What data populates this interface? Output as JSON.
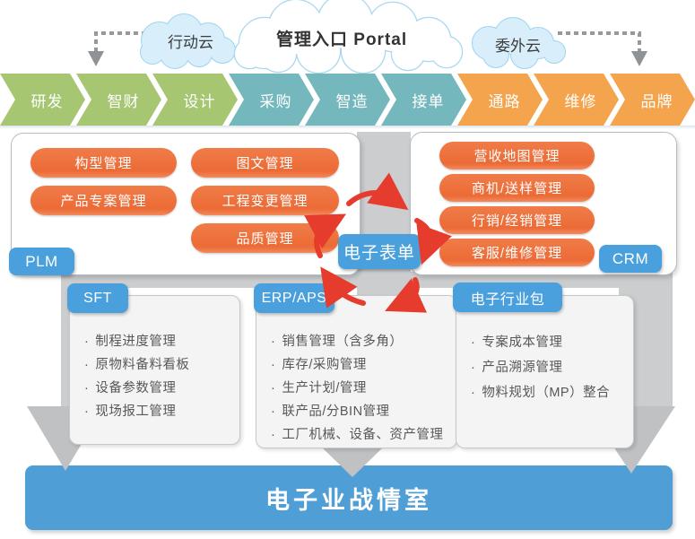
{
  "clouds": {
    "left": "行动云",
    "center": "管理入口 Portal",
    "right": "委外云"
  },
  "process_bar": {
    "segments": [
      {
        "label": "研发",
        "color": "#a7c672"
      },
      {
        "label": "智财",
        "color": "#a7c672"
      },
      {
        "label": "设计",
        "color": "#a7c672"
      },
      {
        "label": "采购",
        "color": "#74b8be"
      },
      {
        "label": "智造",
        "color": "#74b8be"
      },
      {
        "label": "接单",
        "color": "#74b8be"
      },
      {
        "label": "通路",
        "color": "#f3a44c"
      },
      {
        "label": "维修",
        "color": "#f3a44c"
      },
      {
        "label": "品牌",
        "color": "#f3a44c"
      }
    ]
  },
  "plm": {
    "tab": "PLM",
    "pills_left": [
      "构型管理",
      "产品专案管理"
    ],
    "pills_right": [
      "图文管理",
      "工程变更管理",
      "品质管理"
    ]
  },
  "crm": {
    "tab": "CRM",
    "pills": [
      "营收地图管理",
      "商机/送样管理",
      "行销/经销管理",
      "客服/维修管理"
    ]
  },
  "eform": {
    "label": "电子表单"
  },
  "cards": [
    {
      "tab": "SFT",
      "items": [
        "制程进度管理",
        "原物料备料看板",
        "设备参数管理",
        "现场报工管理"
      ]
    },
    {
      "tab": "ERP/APS",
      "items": [
        "销售管理（含多角）",
        "库存/采购管理",
        "生产计划/管理",
        "联产品/分BIN管理",
        "工厂机械、设备、资产管理"
      ]
    },
    {
      "tab": "电子行业包",
      "items": [
        "专案成本管理",
        "产品溯源管理",
        "物料规划（MP）整合"
      ]
    }
  ],
  "bottom_bar": {
    "label": "电子业战情室"
  },
  "colors": {
    "green": "#a7c672",
    "teal": "#74b8be",
    "orange": "#f3a44c",
    "pill_orange": "#ee7140",
    "label_blue": "#4aa0dc",
    "bar_blue": "#4f9ed6",
    "gray_arrow": "#cbcdce",
    "gray_arrow_head": "#bfc1c3",
    "red_arrow": "#e53c2e",
    "cloud_blue_fill": "#d9eefb",
    "cloud_stroke": "#9fd4ef",
    "dash_gray": "#96999c"
  }
}
